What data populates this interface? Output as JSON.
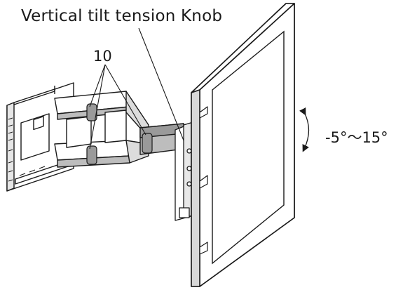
{
  "labels": {
    "knob": "Vertical tilt tension Knob",
    "part_number": "10",
    "tilt_range": "-5°～15°"
  },
  "colors": {
    "stroke": "#1a1a1a",
    "arm_shade": "#bdbdbd",
    "arm_dark": "#9a9a9a",
    "frame_fill": "#ffffff"
  },
  "parts": [
    "wall-plate",
    "articulating-arm",
    "arm-joint-bands",
    "tilt-bracket",
    "tv-panel",
    "tv-screen",
    "tilt-arrow"
  ]
}
